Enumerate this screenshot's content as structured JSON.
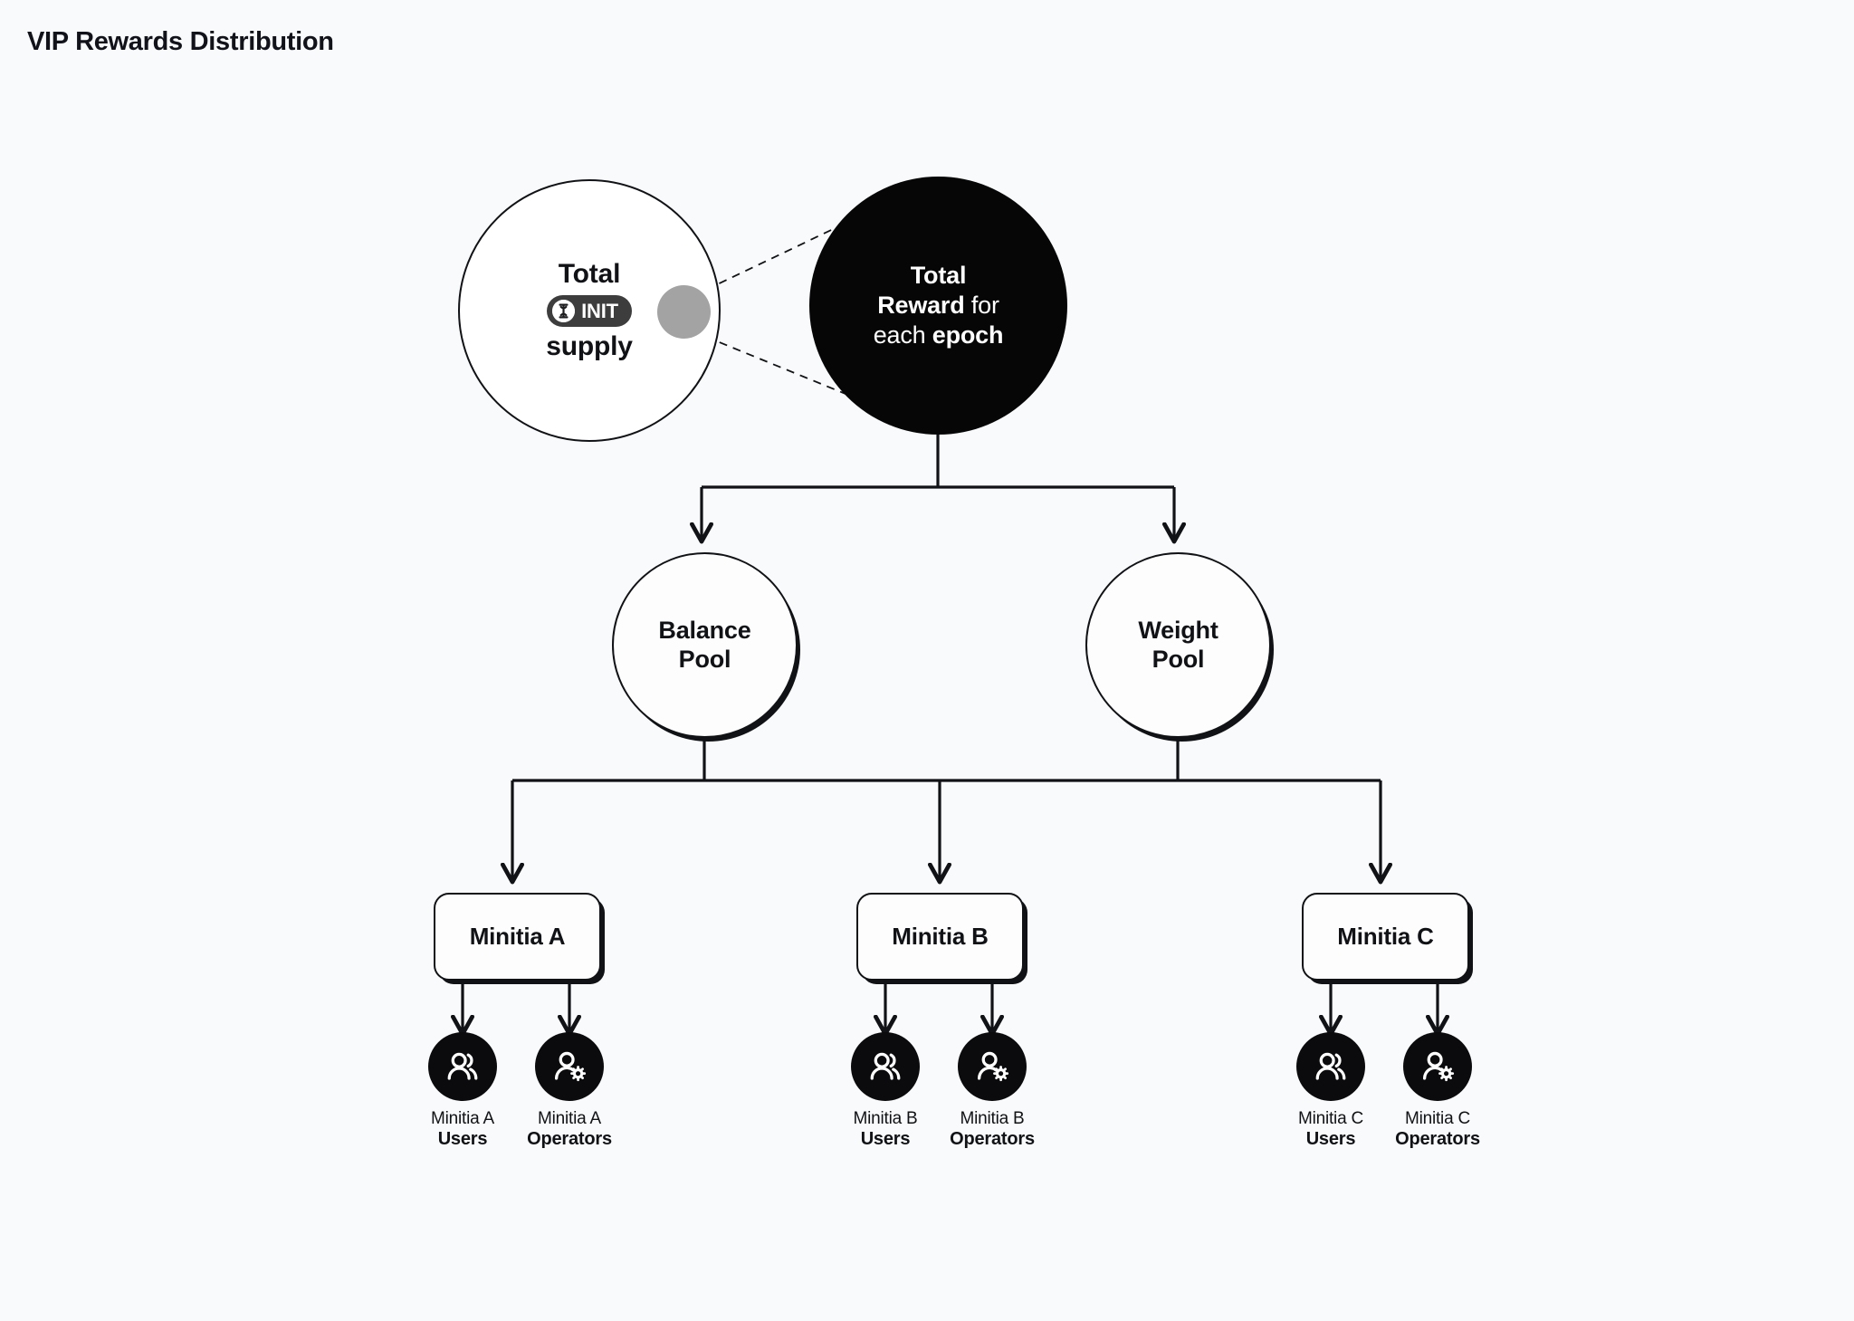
{
  "page": {
    "title": "VIP Rewards Distribution",
    "background_color": "#f8fafc",
    "ink_color": "#111215"
  },
  "diagram": {
    "type": "flow-tree",
    "total_supply": {
      "line1": "Total",
      "line2": "supply",
      "badge": {
        "label": "INIT",
        "icon": "init-token-icon",
        "background_color": "#3d3d3d",
        "text_color": "#ffffff"
      },
      "slice": {
        "name": "reward-slice",
        "color": "#a3a3a3"
      },
      "fill_color": "#ffffff",
      "border_color": "#111215"
    },
    "total_reward": {
      "line1_bold": "Total",
      "line2_bold": "Reward",
      "line2_light": "for",
      "line3_light": "each",
      "line3_bold": "epoch",
      "fill_color": "#060607",
      "text_color": "#ffffff"
    },
    "callout": {
      "style": "dashed",
      "from": "reward-slice",
      "to": "total-reward"
    },
    "pools": [
      {
        "id": "balance-pool",
        "line1": "Balance",
        "line2": "Pool"
      },
      {
        "id": "weight-pool",
        "line1": "Weight",
        "line2": "Pool"
      }
    ],
    "minitias": [
      {
        "id": "minitia-a",
        "label": "Minitia A",
        "leaves": [
          {
            "icon": "users-icon",
            "caption_top": "Minitia A",
            "caption_bottom": "Users"
          },
          {
            "icon": "operators-icon",
            "caption_top": "Minitia A",
            "caption_bottom": "Operators"
          }
        ]
      },
      {
        "id": "minitia-b",
        "label": "Minitia B",
        "leaves": [
          {
            "icon": "users-icon",
            "caption_top": "Minitia B",
            "caption_bottom": "Users"
          },
          {
            "icon": "operators-icon",
            "caption_top": "Minitia B",
            "caption_bottom": "Operators"
          }
        ]
      },
      {
        "id": "minitia-c",
        "label": "Minitia C",
        "leaves": [
          {
            "icon": "users-icon",
            "caption_top": "Minitia C",
            "caption_bottom": "Users"
          },
          {
            "icon": "operators-icon",
            "caption_top": "Minitia C",
            "caption_bottom": "Operators"
          }
        ]
      }
    ]
  }
}
